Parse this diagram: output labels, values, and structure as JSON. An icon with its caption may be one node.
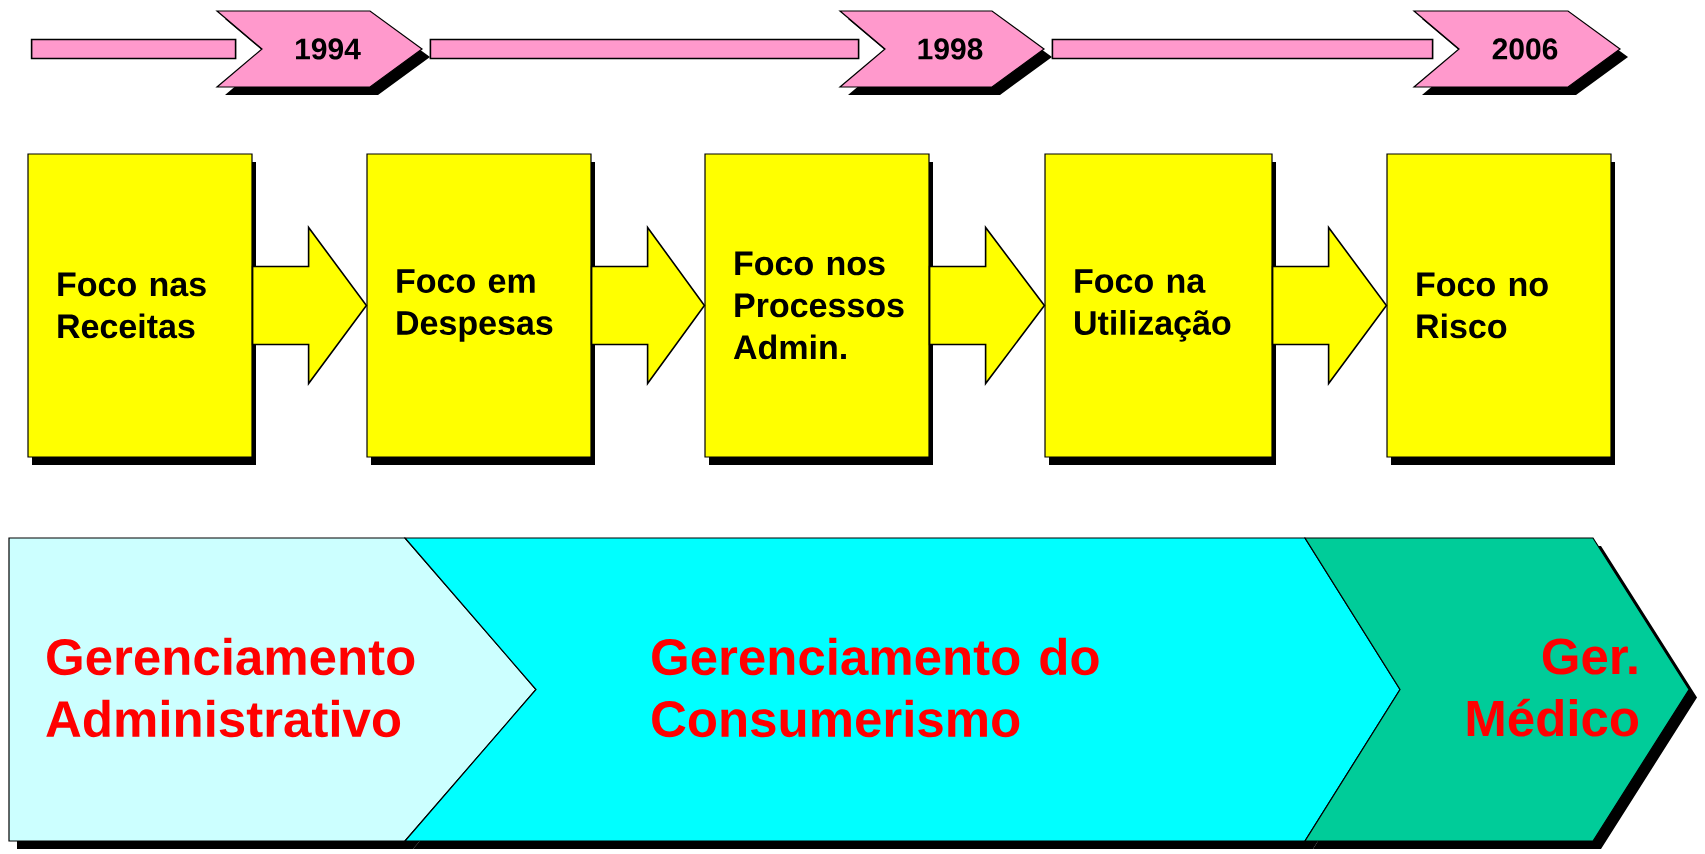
{
  "diagram": {
    "nodes": [
      {
        "text": [
          "1994"
        ]
      },
      {
        "text": [
          "1998"
        ]
      },
      {
        "text": [
          "2006"
        ]
      },
      {
        "text": [
          "Foco nas Receitas"
        ]
      },
      {
        "text": [
          "Foco em Despesas"
        ]
      },
      {
        "text": [
          "Foco nos Processos Admin."
        ]
      },
      {
        "text": [
          "Foco na Utilização"
        ]
      },
      {
        "text": [
          "Foco no Risco"
        ]
      },
      {
        "text": [
          "Gerenciamento Administrativo"
        ]
      },
      {
        "text": [
          "Gerenciamento do Consumerismo"
        ]
      },
      {
        "text": [
          "Ger. Médico"
        ]
      }
    ],
    "edges": [
      {
        "from": null,
        "to": 0,
        "arrow": "none",
        "style": "thick",
        "color": "#ff99cc"
      },
      {
        "from": 0,
        "to": 1,
        "arrow": "none",
        "style": "thick",
        "color": "#ff99cc"
      },
      {
        "from": 1,
        "to": 2,
        "arrow": "none",
        "style": "thick",
        "color": "#ff99cc"
      },
      {
        "from": 3,
        "to": 4,
        "arrow": "to",
        "style": "thick",
        "color": "#ffff00"
      },
      {
        "from": 4,
        "to": 5,
        "arrow": "to",
        "style": "thick",
        "color": "#ffff00"
      },
      {
        "from": 5,
        "to": 6,
        "arrow": "to",
        "style": "thick",
        "color": "#ffff00"
      },
      {
        "from": 6,
        "to": 7,
        "arrow": "to",
        "style": "thick",
        "color": "#ffff00"
      }
    ]
  }
}
